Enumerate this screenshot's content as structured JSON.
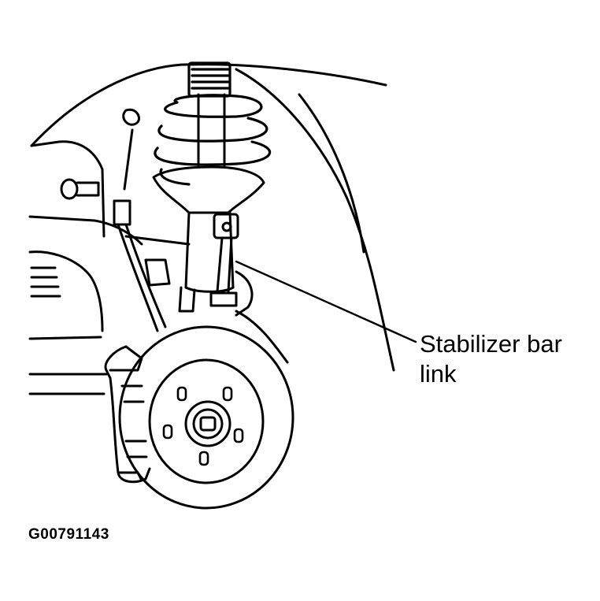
{
  "callout": {
    "line1": "Stabilizer bar",
    "line2": "link"
  },
  "figure_id": "G00791143",
  "colors": {
    "ink": "#000000",
    "paper": "#ffffff"
  }
}
